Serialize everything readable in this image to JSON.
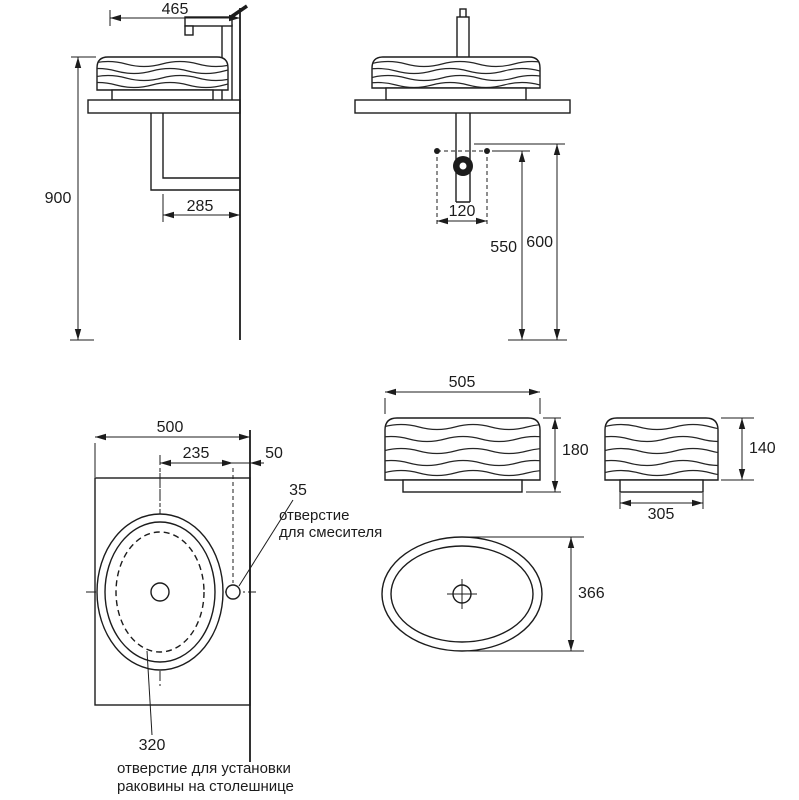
{
  "colors": {
    "line": "#1c1c1c",
    "background": "#ffffff"
  },
  "side_view": {
    "width_465": "465",
    "height_900": "900",
    "pipe_285": "285"
  },
  "front_view": {
    "holes_120": "120",
    "height_550": "550",
    "height_600": "600"
  },
  "plan_view": {
    "width_500": "500",
    "offset_235": "235",
    "edge_50": "50",
    "mixer_hole_35": "35",
    "cutout_320": "320",
    "mixer_label_line1": "отверстие",
    "mixer_label_line2": "для смесителя",
    "cutout_label_line1": "отверстие для установки",
    "cutout_label_line2": "раковины на столешнице"
  },
  "sink_front": {
    "width_505": "505",
    "height_180": "180",
    "depth_366": "366"
  },
  "sink_side": {
    "height_140": "140",
    "width_305": "305"
  }
}
